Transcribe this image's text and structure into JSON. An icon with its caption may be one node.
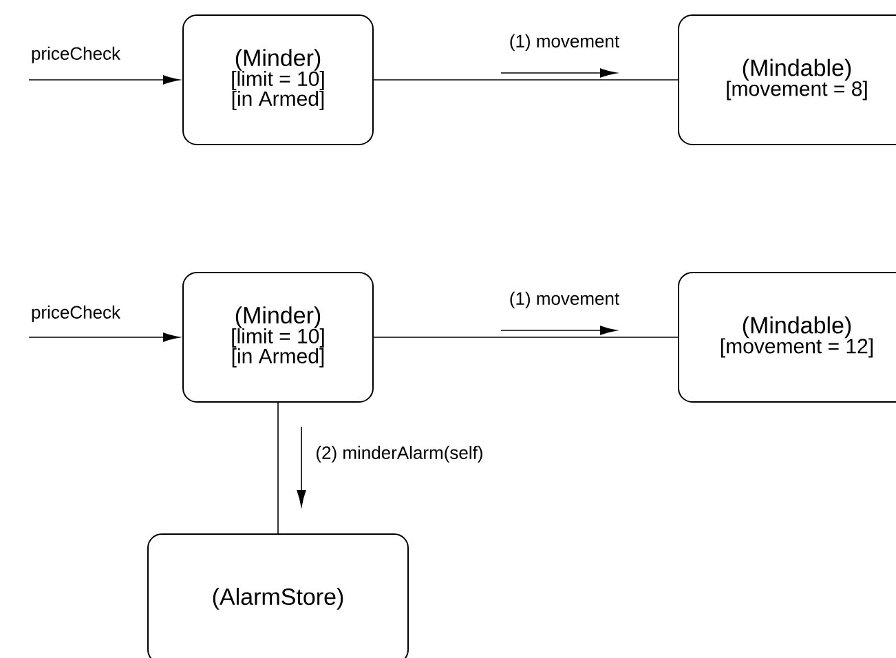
{
  "diagram": {
    "nodes": [
      {
        "text": [
          "(Minder)",
          "[limit = 10]",
          "[in Armed]"
        ]
      },
      {
        "text": [
          "(Mindable)",
          "[movement = 8]"
        ]
      },
      {
        "text": [
          "(Minder)",
          "[limit = 10]",
          "[in Armed]"
        ]
      },
      {
        "text": [
          "(Mindable)",
          "[movement = 12]"
        ]
      },
      {
        "text": [
          "(AlarmStore)"
        ]
      }
    ],
    "edges": [
      {
        "from": null,
        "to": 0,
        "arrow": "to",
        "label": "priceCheck"
      },
      {
        "from": 0,
        "to": 1,
        "arrow": "none",
        "label": "(1) movement"
      },
      {
        "from": null,
        "to": 2,
        "arrow": "to",
        "label": "priceCheck"
      },
      {
        "from": 2,
        "to": 3,
        "arrow": "none",
        "label": "(1) movement"
      },
      {
        "from": 2,
        "to": 4,
        "arrow": "none",
        "label": "(2) minderAlarm(self)"
      }
    ]
  }
}
